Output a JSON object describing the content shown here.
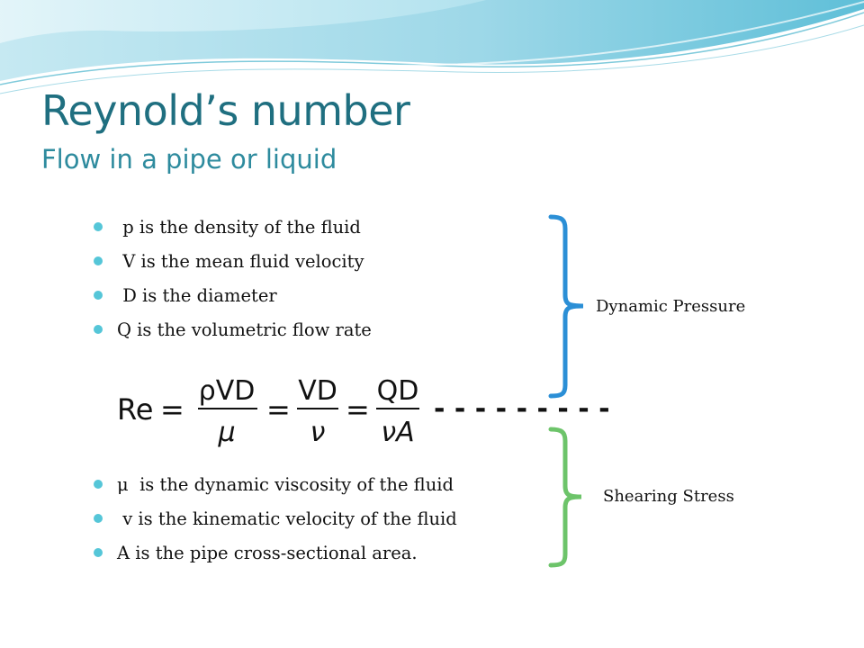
{
  "title": "Reynold’s number",
  "subtitle": "Flow in a pipe or liquid",
  "top_bullets": [
    " p is the density of the fluid",
    " V is the mean fluid velocity",
    " D is the diameter",
    "Q is the volumetric flow rate"
  ],
  "formula": {
    "lhs": "Re",
    "equals": "=",
    "term1": {
      "numerator": "ρVD",
      "denominator": "μ"
    },
    "term2": {
      "numerator": "VD",
      "denominator": "ν"
    },
    "term3": {
      "numerator": "QD",
      "denominator": "νA"
    },
    "dashes": "- - - - - - - - -"
  },
  "bottom_bullets": [
    "μ  is the dynamic viscosity of the fluid",
    " v is the kinematic velocity of the fluid",
    "A is the pipe cross-sectional area."
  ],
  "labels": {
    "dynamic": "Dynamic Pressure",
    "shearing": "Shearing Stress"
  },
  "colors": {
    "title": "#1f6f80",
    "bullet": "#55c6d8",
    "bracket_top": "#2b8fd6",
    "bracket_bottom": "#6dc46a"
  }
}
